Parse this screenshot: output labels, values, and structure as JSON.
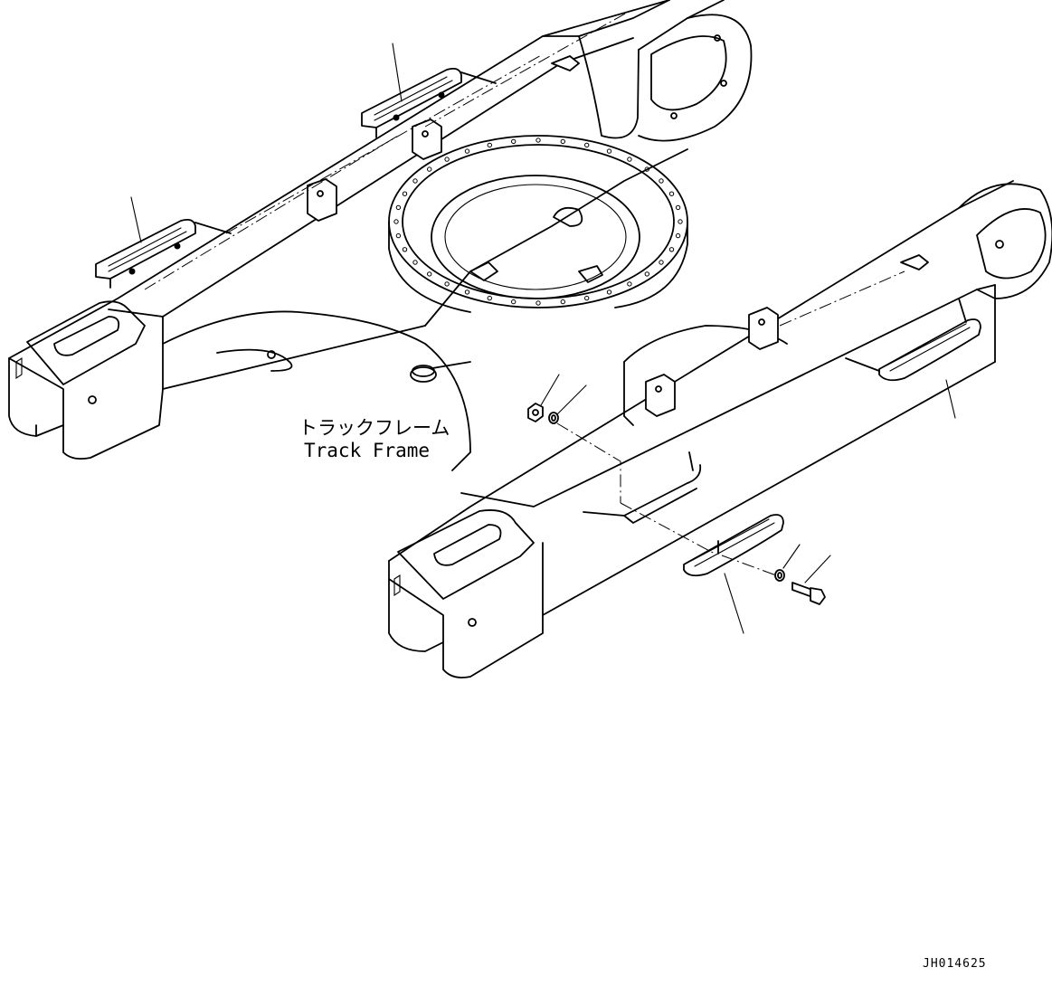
{
  "labels": {
    "track_frame_jp": "トラックフレーム",
    "track_frame_en": "Track Frame",
    "drawing_code": "JH014625"
  }
}
